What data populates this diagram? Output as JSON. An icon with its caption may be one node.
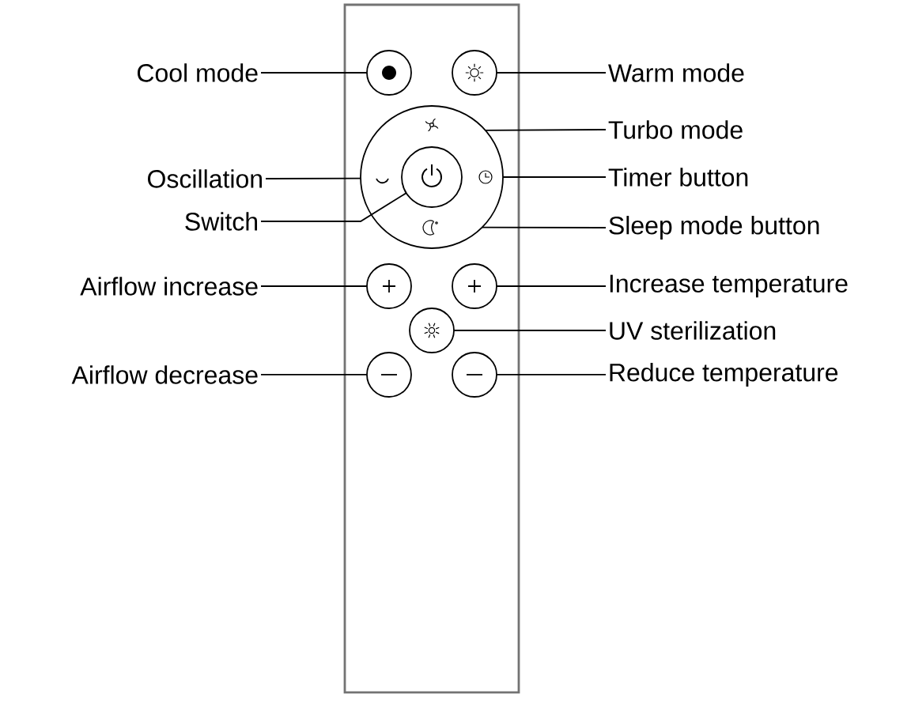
{
  "diagram": {
    "nodes": [
      {
        "text": [
          "Cool mode"
        ]
      },
      {
        "text": [
          "Warm mode"
        ]
      },
      {
        "text": [
          "Turbo mode"
        ]
      },
      {
        "text": [
          "Oscillation"
        ]
      },
      {
        "text": [
          "Timer button"
        ]
      },
      {
        "text": [
          "Switch"
        ]
      },
      {
        "text": [
          "Sleep mode button"
        ]
      },
      {
        "text": [
          "Airflow increase"
        ]
      },
      {
        "text": [
          "Increase temperature"
        ]
      },
      {
        "text": [
          "UV sterilization"
        ]
      },
      {
        "text": [
          "Airflow decrease"
        ]
      },
      {
        "text": [
          "Reduce temperature"
        ]
      },
      {
        "text": [],
        "shape": "circle"
      },
      {
        "text": [],
        "shape": "circle"
      },
      {
        "text": [],
        "shape": "circle"
      },
      {
        "text": [],
        "shape": "circle",
        "in": 14
      },
      {
        "text": [],
        "shape": "circle"
      },
      {
        "text": [],
        "shape": "circle"
      },
      {
        "text": [],
        "shape": "circle"
      },
      {
        "text": [],
        "shape": "circle"
      },
      {
        "text": [],
        "shape": "circle"
      }
    ],
    "edges": [
      {
        "from": 0,
        "to": 12,
        "arrow": "none"
      },
      {
        "from": 1,
        "to": 13,
        "arrow": "none"
      },
      {
        "from": 2,
        "to": 14,
        "arrow": "none"
      },
      {
        "from": 3,
        "to": 14,
        "arrow": "none"
      },
      {
        "from": 4,
        "to": 14,
        "arrow": "none"
      },
      {
        "from": 5,
        "to": 15,
        "arrow": "none"
      },
      {
        "from": 6,
        "to": 14,
        "arrow": "none"
      },
      {
        "from": 7,
        "to": 16,
        "arrow": "none"
      },
      {
        "from": 8,
        "to": 17,
        "arrow": "none"
      },
      {
        "from": 9,
        "to": 18,
        "arrow": "none"
      },
      {
        "from": 10,
        "to": 19,
        "arrow": "none"
      },
      {
        "from": 11,
        "to": 20,
        "arrow": "none"
      }
    ]
  }
}
